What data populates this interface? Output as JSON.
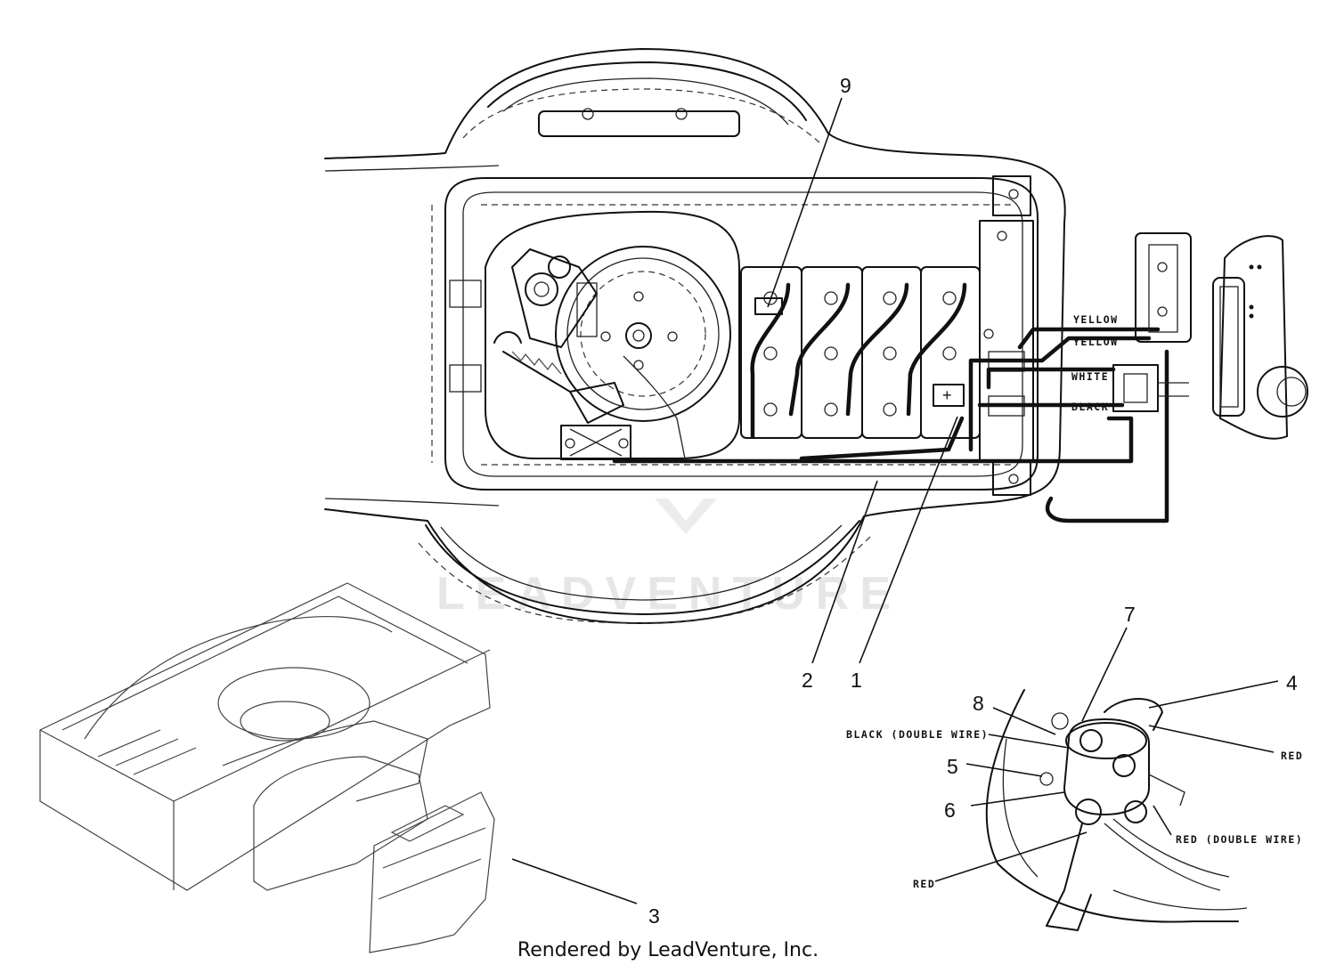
{
  "watermark": {
    "text": "LEADVENTURE"
  },
  "callouts": {
    "c1": "1",
    "c2": "2",
    "c3": "3",
    "c4": "4",
    "c5": "5",
    "c6": "6",
    "c7": "7",
    "c8": "8",
    "c9": "9"
  },
  "wire_labels": {
    "yellow1": "YELLOW",
    "yellow2": "YELLOW",
    "white": "WHITE",
    "black": "BLACK",
    "black_double": "BLACK (DOUBLE WIRE)",
    "red_top": "RED",
    "red_double": "RED (DOUBLE WIRE)",
    "red_bottom": "RED"
  },
  "battery_symbol": "+",
  "credit": "Rendered by LeadVenture, Inc."
}
